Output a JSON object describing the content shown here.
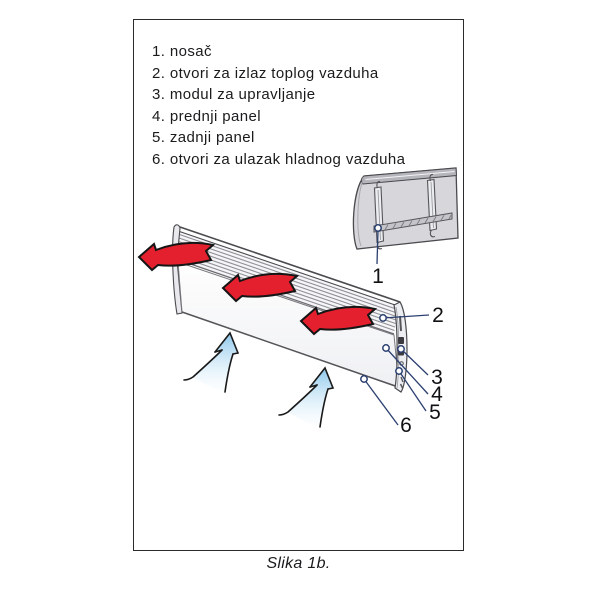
{
  "legend": {
    "items": [
      "1. nosač",
      "2. otvori za izlaz toplog vazduha",
      "3. modul za upravljanje",
      "4. prednji panel",
      "5. zadnji panel",
      "6. otvori za ulazak hladnog vazduha"
    ]
  },
  "callouts": {
    "c1": "1",
    "c2": "2",
    "c3": "3",
    "c4": "4",
    "c5": "5",
    "c6": "6"
  },
  "caption": "Slika 1b.",
  "colors": {
    "hot_air_arrow": "#e5202e",
    "cold_air_arrow_deep": "#86c4ea",
    "cold_air_arrow_pale": "#eaf5fc",
    "leader_line": "#2b4070",
    "bracket_panel_fill": "#d7d7db",
    "bracket_top_strip": "#b5b5bc",
    "heater_face_fill": "#fbfbfd",
    "outline": "#4a4a4f",
    "border": "#2b2b2b",
    "text": "#1b1b1d"
  }
}
